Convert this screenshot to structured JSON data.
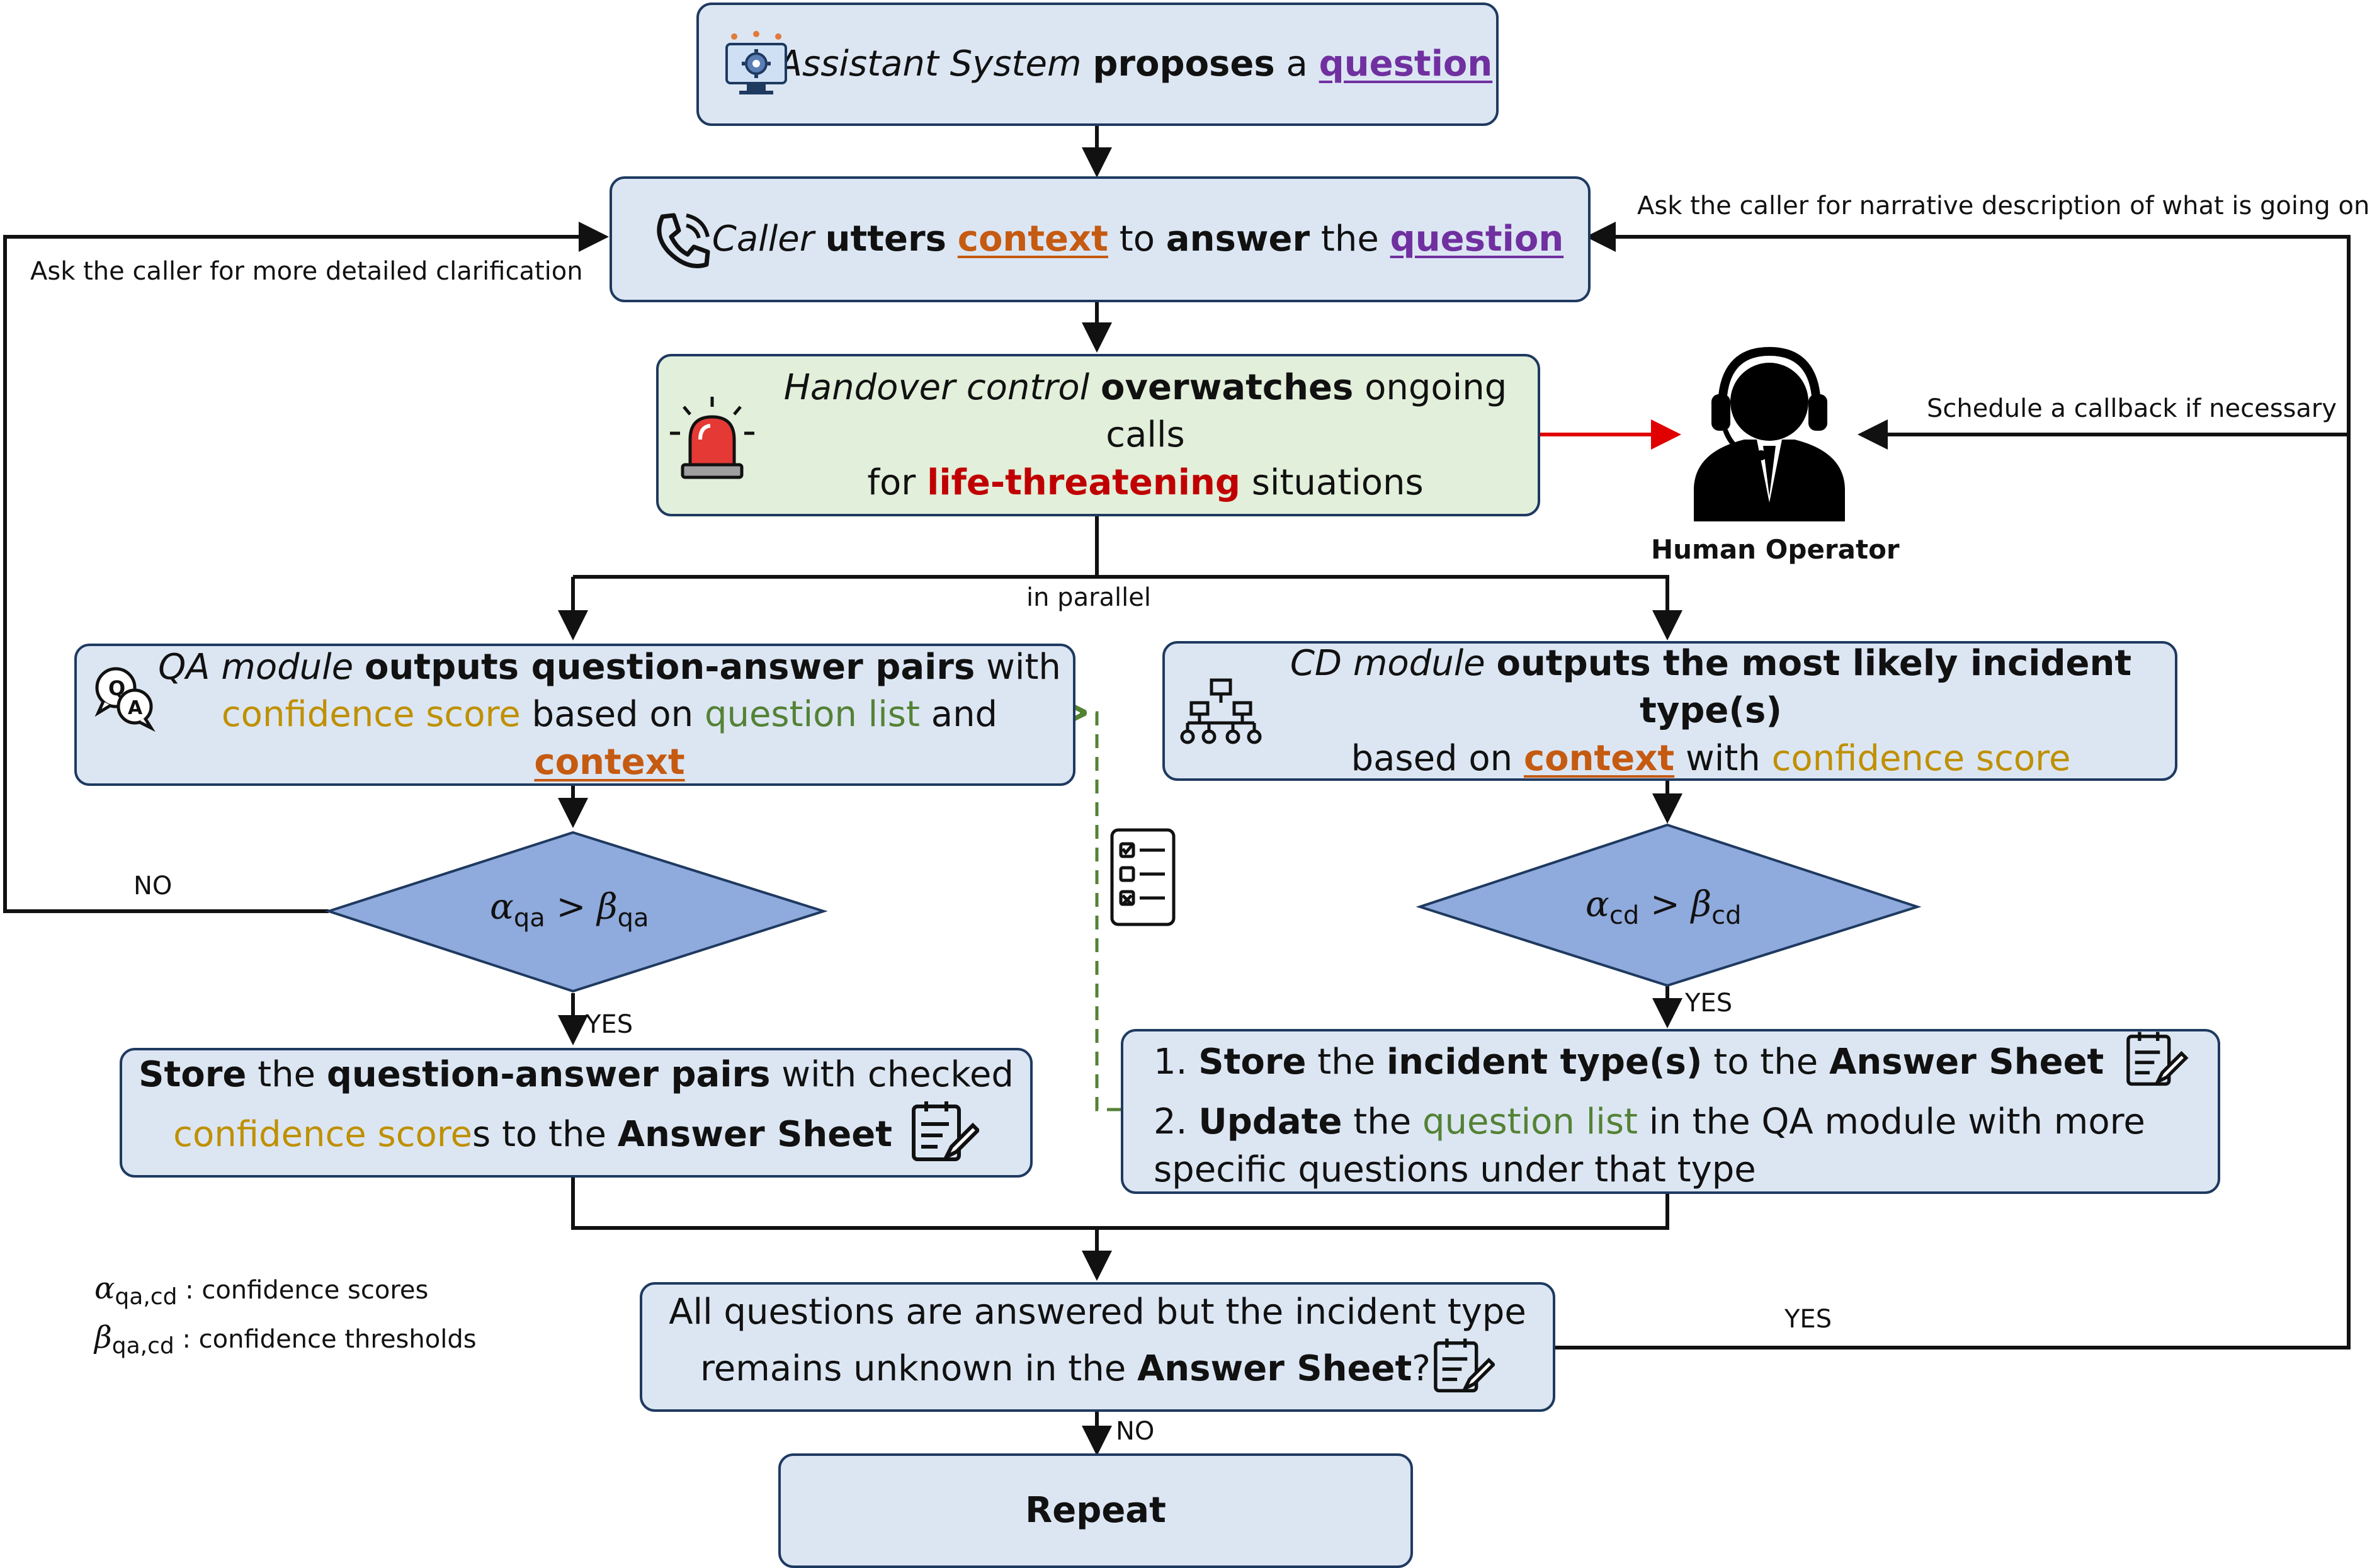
{
  "box1": {
    "subject": "Assistant System",
    "verb": "proposes",
    "article": "a",
    "object": "question"
  },
  "box2": {
    "subject": "Caller",
    "verb": "utters",
    "object1": "context",
    "mid": "to",
    "verb2": "answer",
    "article": "the",
    "object2": "question"
  },
  "box3": {
    "subject": "Handover control",
    "verb": "overwatches",
    "rest": "ongoing calls",
    "prefix2": "for",
    "danger": "life-threatening",
    "suffix2": "situations"
  },
  "operator": {
    "label": "Human Operator"
  },
  "qa_box": {
    "subject": "QA module",
    "verb": "outputs question-answer pairs",
    "with": "with",
    "score": "confidence score",
    "based": "based on",
    "qlist": "question list",
    "and": "and",
    "context": "context"
  },
  "cd_box": {
    "subject": "CD module",
    "verb": "outputs the most likely incident type(s)",
    "based": "based on",
    "context": "context",
    "with": "with",
    "score": "confidence score"
  },
  "qa_decision": {
    "alpha": "α",
    "alpha_sub": "qa",
    "op": ">",
    "beta": "β",
    "beta_sub": "qa"
  },
  "cd_decision": {
    "alpha": "α",
    "alpha_sub": "cd",
    "op": ">",
    "beta": "β",
    "beta_sub": "cd"
  },
  "store_qa": {
    "store": "Store",
    "the": "the",
    "pairs": "question-answer pairs",
    "checked": "with checked",
    "score": "confidence score",
    "s_to": "s to the",
    "sheet": "Answer Sheet"
  },
  "store_cd": {
    "n1": "1.",
    "store": "Store",
    "the": "the",
    "type": "incident type(s)",
    "to": "to the",
    "sheet": "Answer Sheet",
    "n2": "2.",
    "update": "Update",
    "the2": "the",
    "qlist": "question list",
    "rest": "in the QA module with more",
    "rest2": "specific questions under that type"
  },
  "final_check": {
    "line1": "All questions are answered but the incident type",
    "line2a": "remains unknown in the",
    "sheet": "Answer Sheet",
    "q": "?"
  },
  "repeat": {
    "label": "Repeat"
  },
  "labels": {
    "clarify": "Ask the caller for more detailed clarification",
    "narrative": "Ask the caller for narrative description of what is going on",
    "callback": "Schedule a callback if necessary",
    "parallel": "in parallel",
    "no1": "NO",
    "yes1": "YES",
    "yes2": "YES",
    "yes3": "YES",
    "no2": "NO"
  },
  "legend": {
    "alpha": "α",
    "alpha_sub": "qa,cd",
    "alpha_desc": ": confidence scores",
    "beta": "β",
    "beta_sub": "qa,cd",
    "beta_desc": ": confidence thresholds"
  },
  "colors": {
    "box_fill": "#dce6f3",
    "handover_fill": "#e2efda",
    "diamond_fill": "#8faadc",
    "border": "#1f3a60",
    "dashed": "#548235",
    "red_arrow": "#e00000"
  }
}
